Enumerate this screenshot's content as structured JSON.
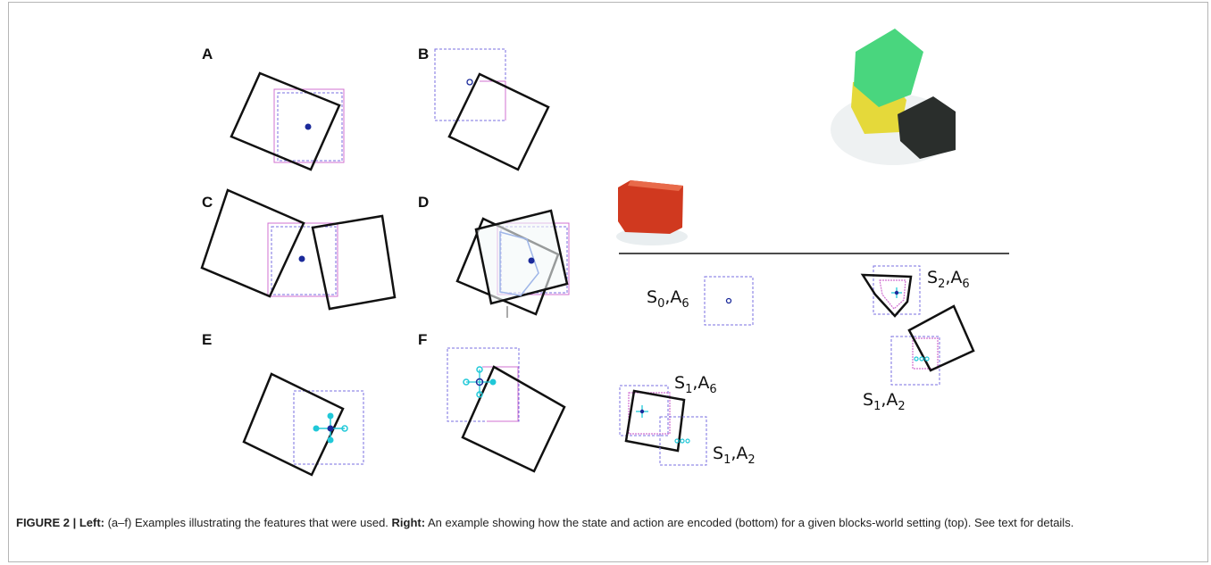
{
  "figure": {
    "panel_letters": [
      "A",
      "B",
      "C",
      "D",
      "E",
      "F"
    ],
    "encoding_labels": [
      {
        "s": "S",
        "s_sub": "0",
        "a": "A",
        "a_sub": "6"
      },
      {
        "s": "S",
        "s_sub": "2",
        "a": "A",
        "a_sub": "6"
      },
      {
        "s": "S",
        "s_sub": "1",
        "a": "A",
        "a_sub": "6"
      },
      {
        "s": "S",
        "s_sub": "1",
        "a": "A",
        "a_sub": "2"
      },
      {
        "s": "S",
        "s_sub": "1",
        "a": "A",
        "a_sub": "2"
      }
    ],
    "colors": {
      "outline": "#111111",
      "dashed_box": "#7a6fe0",
      "magenta_box": "#d070d0",
      "dot_dark": "#1b2a9a",
      "dot_cyan": "#20c8d8",
      "block_green": "#49d67e",
      "block_yellow": "#e5d93a",
      "block_black": "#2a2e2c",
      "block_red": "#d0391f"
    }
  },
  "caption": {
    "label": "FIGURE 2 | Left:",
    "text1": " (a–f) Examples illustrating the features that were used. ",
    "right_label": "Right:",
    "text2": " An example showing how the state and action are encoded (bottom) for a given blocks-world setting (top). See text for details."
  }
}
